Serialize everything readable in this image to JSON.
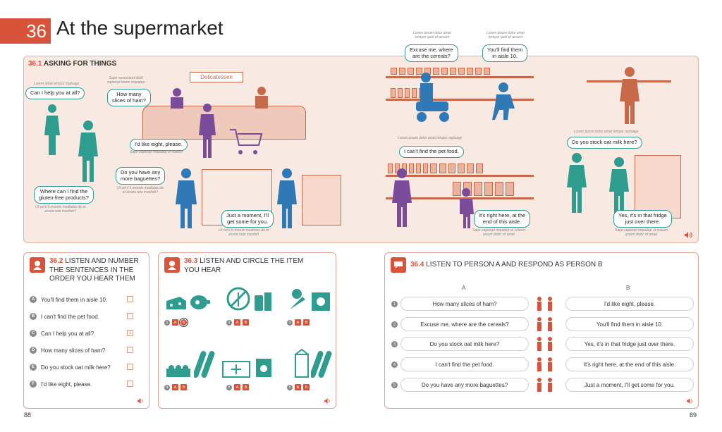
{
  "header": {
    "chapter_number": "36",
    "chapter_title": "At the supermarket"
  },
  "scene": {
    "section_number": "36.1",
    "section_title": "ASKING FOR THINGS",
    "sign_delicatessen": "Delicatessen",
    "bubbles": [
      {
        "text": "Can I help you at all?",
        "phonetic": "Lorem amet tempor mpfuagy"
      },
      {
        "text": "How many\nslices of ham?",
        "phonetic": "Sape nonectand idelit\nsapienpl lorem mquatep"
      },
      {
        "text": "I'd like eight, please.",
        "phonetic": "Sape sapienpl mquatep ut volecin"
      },
      {
        "text": "Do you have any\nmore baguettes?",
        "phonetic": "Ut vel il il mvenis modiutas de\net eiusta rela maxifah?"
      },
      {
        "text": "Just a moment, I'll\nget some for you.",
        "phonetic": "Ut vel il il mvenis modiutas de et\neiusta nela maxifah"
      },
      {
        "text": "Where can I find the\ngluten-free products?",
        "phonetic": "Ut vel il il mvenis modiutas de et\neiusta rela maxifah?"
      },
      {
        "text": "Excuse me, where\nare the cereals?",
        "phonetic": "Lorem ipsum dolor amet\ntempor quid et accent"
      },
      {
        "text": "You'll find them\nin aisle 10.",
        "phonetic": "Lorem ipsum dolor amet\ntempor quid et accent"
      },
      {
        "text": "I can't find the pet food.",
        "phonetic": "Lorem ipsum dolor amet tempor mpfuagy"
      },
      {
        "text": "It's right here, at the\nend of this aisle.",
        "phonetic": "Sape sapienpl mquatep ut volecin\nipsum dolor sit amet"
      },
      {
        "text": "Do you stock oat milk here?",
        "phonetic": "Lorem ipsum dolor amet tempor mpfuagy"
      },
      {
        "text": "Yes, it's in that fridge\njust over there.",
        "phonetic": "Sape sapienpl mquatep ut volecin\nipsum dolor sit amet"
      }
    ]
  },
  "ex2": {
    "number": "36.2",
    "title_lines": [
      "LISTEN AND NUMBER",
      "THE SENTENCES IN THE",
      "ORDER YOU HEAR THEM"
    ],
    "items": [
      {
        "letter": "A",
        "text": "You'll find them in aisle 10.",
        "answer": ""
      },
      {
        "letter": "B",
        "text": "I can't find the pet food.",
        "answer": ""
      },
      {
        "letter": "C",
        "text": "Can I help you at all?",
        "answer": "1"
      },
      {
        "letter": "D",
        "text": "How many slices of ham?",
        "answer": ""
      },
      {
        "letter": "E",
        "text": "Do you stock oat milk here?",
        "answer": ""
      },
      {
        "letter": "F",
        "text": "I'd like eight, please.",
        "answer": ""
      }
    ],
    "page_number": "88"
  },
  "ex3": {
    "number": "36.3",
    "title_lines": [
      "LISTEN AND CIRCLE THE ITEM",
      "YOU HEAR"
    ],
    "options": [
      {
        "num": "1",
        "a": "A",
        "b": "B"
      },
      {
        "num": "2",
        "a": "A",
        "b": "B"
      },
      {
        "num": "3",
        "a": "A",
        "b": "B"
      },
      {
        "num": "4",
        "a": "A",
        "b": "B"
      },
      {
        "num": "5",
        "a": "A",
        "b": "B"
      },
      {
        "num": "6",
        "a": "A",
        "b": "B"
      }
    ]
  },
  "ex4": {
    "number": "36.4",
    "title": "LISTEN TO PERSON A AND RESPOND AS PERSON B",
    "label_a": "A",
    "label_b": "B",
    "rows": [
      {
        "num": "1",
        "a": "How many slices of ham?",
        "b": "I'd like eight, please."
      },
      {
        "num": "2",
        "a": "Excuse me, where are the cereals?",
        "b": "You'll find them in aisle 10."
      },
      {
        "num": "3",
        "a": "Do you stock oat milk here?",
        "b": "Yes, it's in that fridge just over there."
      },
      {
        "num": "4",
        "a": "I can't find the pet food.",
        "b": "It's right here, at the end of this aisle."
      },
      {
        "num": "5",
        "a": "Do you have any more baguettes?",
        "b": "Just a moment, I'll get some for you."
      }
    ],
    "page_number": "89"
  },
  "colors": {
    "accent": "#d9533a",
    "teal": "#2e9c8e",
    "blue": "#2f79b6",
    "purple": "#7b4c9a",
    "scene_bg": "#f9e9e3"
  },
  "icons": [
    "speaker-icon",
    "head-listen-icon",
    "speech-bubble-icon"
  ]
}
